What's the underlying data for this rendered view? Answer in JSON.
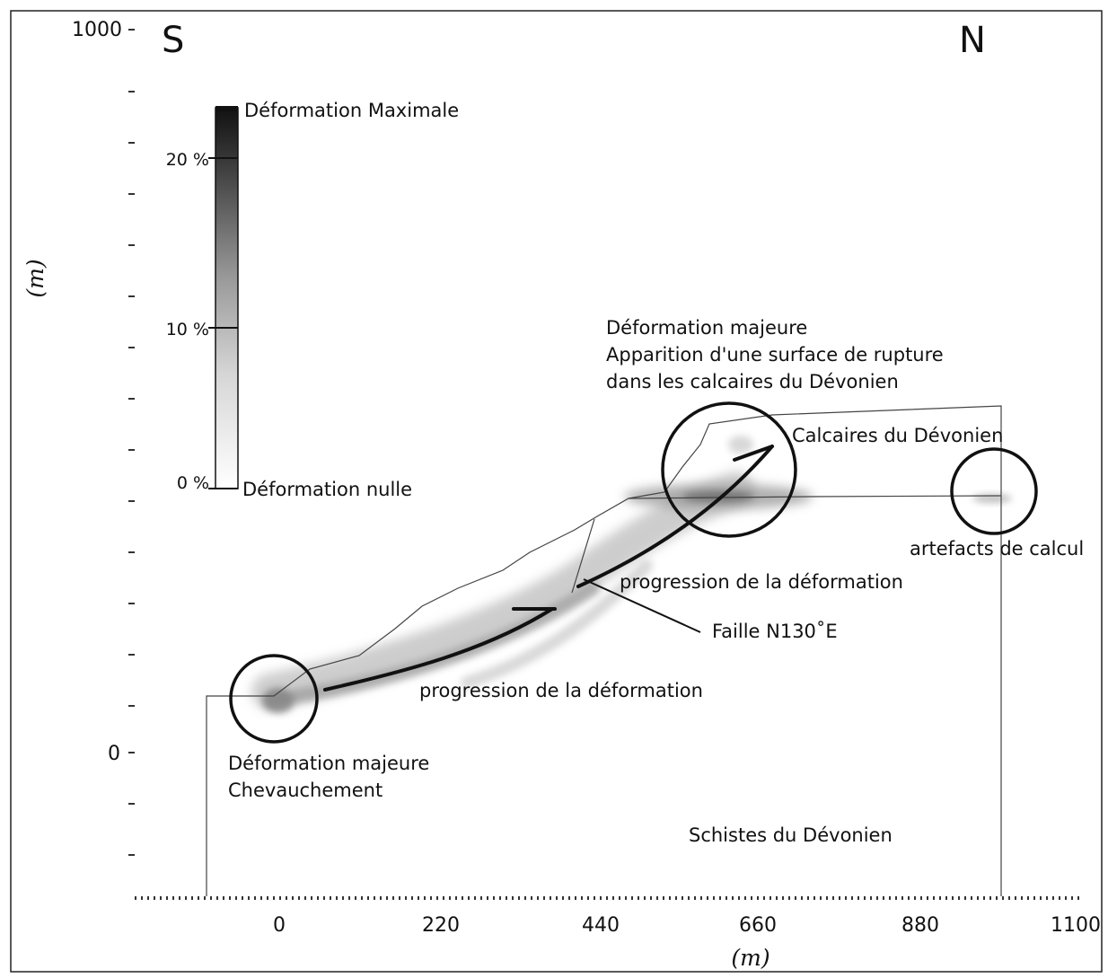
{
  "directions": {
    "south": "S",
    "north": "N"
  },
  "y_axis": {
    "title": "(m)",
    "ticks": [
      "1000",
      "0"
    ]
  },
  "x_axis": {
    "title": "(m)",
    "ticks": [
      "0",
      "220",
      "440",
      "660",
      "880",
      "1100"
    ]
  },
  "legend": {
    "max_label": "Déformation Maximale",
    "min_label": "Déformation nulle",
    "pct_20": "20 %",
    "pct_10": "10 %",
    "pct_0": "0 %",
    "gradient_top": "#111111",
    "gradient_bottom": "#ffffff"
  },
  "annotations": {
    "top_major_line1": "Déformation majeure",
    "top_major_line2": "Apparition d'une surface de rupture",
    "top_major_line3": "dans les calcaires du Dévonien",
    "calcaires": "Calcaires du Dévonien",
    "artefacts": "artefacts de calcul",
    "progression_upper": "progression de la déformation",
    "faille": "Faille N130˚E",
    "progression_lower": "progression de la déformation",
    "bottom_major_line1": "Déformation majeure",
    "bottom_major_line2": "Chevauchement",
    "schistes": "Schistes du Dévonien"
  }
}
